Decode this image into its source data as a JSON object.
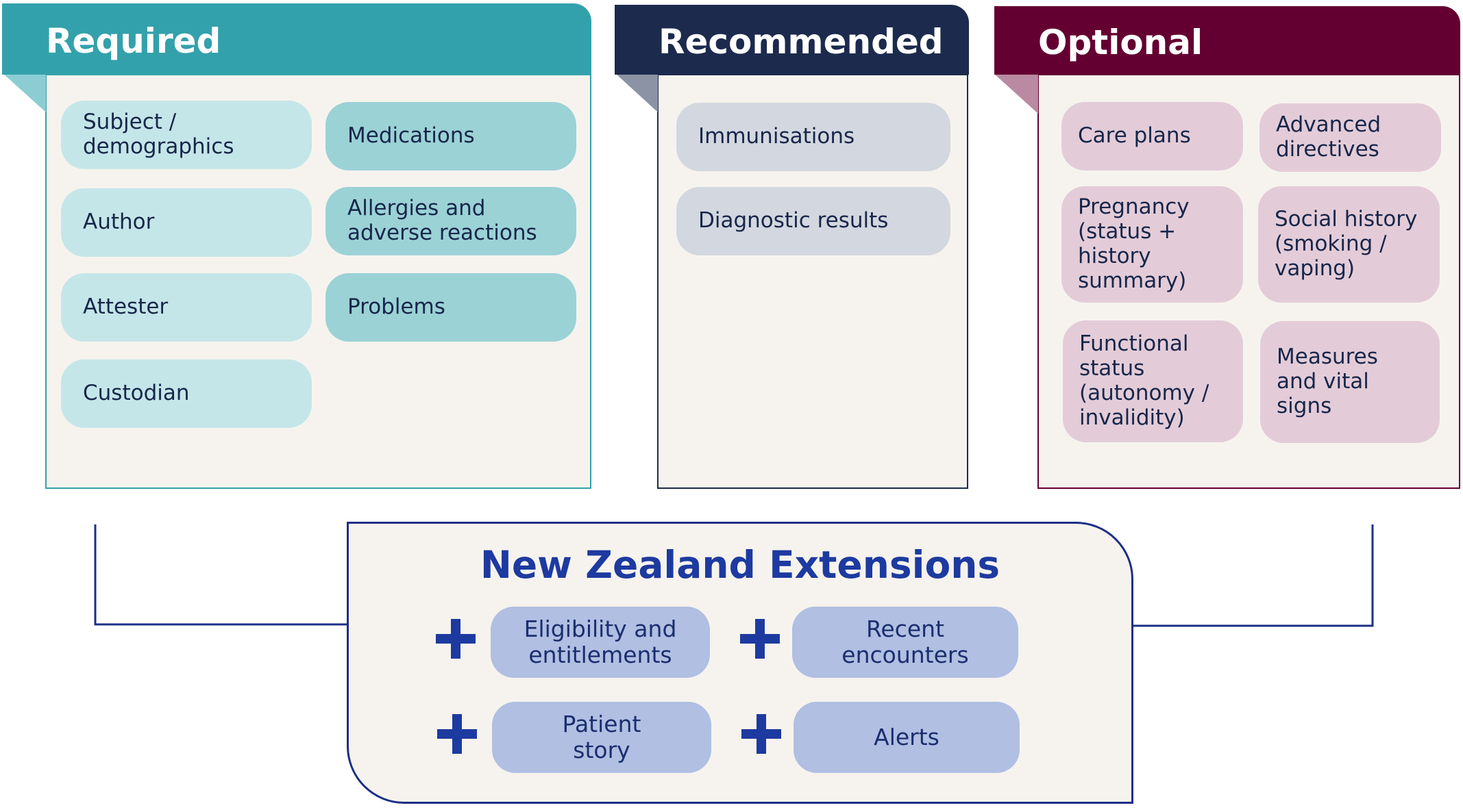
{
  "colors": {
    "required": "#33a1ab",
    "required_fold": "#8ccdd4",
    "required_pill_light": "#c5e6e8",
    "required_pill_dark": "#9bd2d6",
    "recommended": "#1c2a4d",
    "recommended_fold": "#8b93a5",
    "recommended_pill": "#d3d7df",
    "optional": "#640031",
    "optional_fold": "#b98aa1",
    "optional_pill": "#e3ccd8",
    "panel_bg": "#f6f3ee",
    "nz_border": "#1d2f85",
    "nz_title": "#1d3aa0",
    "nz_pill": "#b0bfe2"
  },
  "required": {
    "title": "Required",
    "items": [
      "Subject /\ndemographics",
      "Medications",
      "Author",
      "Allergies and\nadverse reactions",
      "Attester",
      "Problems",
      "Custodian"
    ]
  },
  "recommended": {
    "title": "Recommended",
    "items": [
      "Immunisations",
      "Diagnostic results"
    ]
  },
  "optional": {
    "title": "Optional",
    "items": [
      "Care plans",
      "Advanced\ndirectives",
      "Pregnancy\n(status +\nhistory\nsummary)",
      "Social history\n(smoking /\nvaping)",
      "Functional\nstatus\n(autonomy /\ninvalidity)",
      "Measures\nand vital\nsigns"
    ]
  },
  "nz_extensions": {
    "title": "New Zealand Extensions",
    "items": [
      "Eligibility and\nentitlements",
      "Recent\nencounters",
      "Patient\nstory",
      "Alerts"
    ],
    "plus_icon": "plus-icon"
  }
}
